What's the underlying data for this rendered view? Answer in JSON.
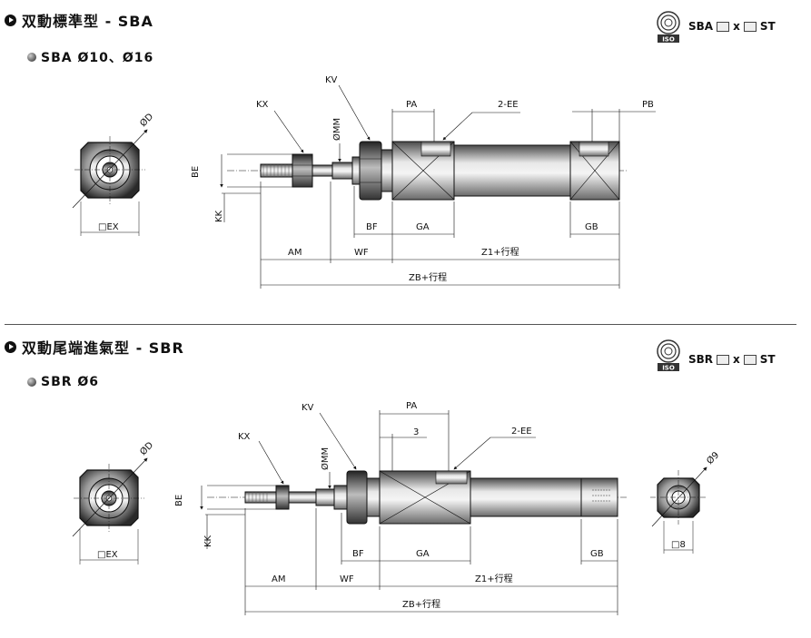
{
  "section1": {
    "title": "双動標準型 - SBA",
    "subtitle": "SBA  Ø10、Ø16",
    "model_code": {
      "prefix": "SBA",
      "sep": "x",
      "suffix": "ST"
    },
    "logo": "ISO-certification-logo"
  },
  "section2": {
    "title": "双動尾端進氣型 - SBR",
    "subtitle": "SBR  Ø6",
    "model_code": {
      "prefix": "SBR",
      "sep": "x",
      "suffix": "ST"
    },
    "logo": "ISO-certification-logo"
  },
  "labels1": {
    "od": "ØD",
    "ex": "□EX",
    "kx": "KX",
    "kv": "KV",
    "omm": "ØMM",
    "be": "BE",
    "kk": "KK",
    "pa": "PA",
    "ee": "2-EE",
    "pb": "PB",
    "bf": "BF",
    "ga": "GA",
    "gb": "GB",
    "am": "AM",
    "wf": "WF",
    "z1": "Z1+行程",
    "zb": "ZB+行程"
  },
  "labels2": {
    "od": "ØD",
    "ex": "□EX",
    "kx": "KX",
    "kv": "KV",
    "omm": "ØMM",
    "be": "BE",
    "kk": "KK",
    "pa": "PA",
    "three": "3",
    "ee": "2-EE",
    "bf": "BF",
    "ga": "GA",
    "gb": "GB",
    "am": "AM",
    "wf": "WF",
    "z1": "Z1+行程",
    "zb": "ZB+行程",
    "o9": "Ø9",
    "sq8": "□8"
  },
  "colors": {
    "metal_dark": "#3a3a3a",
    "metal_mid": "#8a8a8a",
    "metal_light": "#e4e4e4",
    "line": "#111111"
  }
}
